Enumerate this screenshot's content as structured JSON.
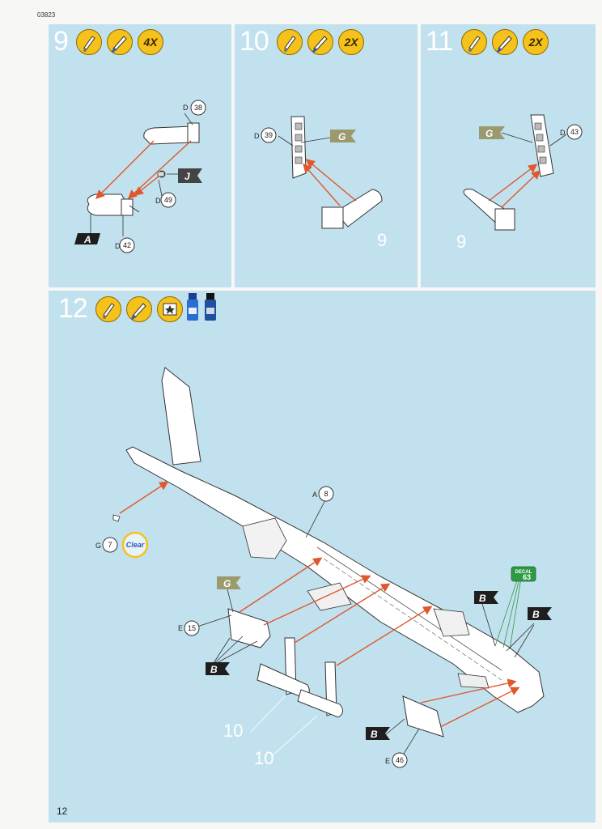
{
  "page": {
    "code": "03823",
    "number": "12"
  },
  "steps": [
    {
      "num": "9",
      "multiplier": "4X",
      "parts": [
        {
          "letter": "D",
          "num": "38"
        },
        {
          "letter": "D",
          "num": "49"
        },
        {
          "letter": "D",
          "num": "42"
        }
      ],
      "flags": [
        "A",
        "J"
      ]
    },
    {
      "num": "10",
      "multiplier": "2X",
      "parts": [
        {
          "letter": "D",
          "num": "39"
        }
      ],
      "flags": [
        "G"
      ],
      "ref": "9"
    },
    {
      "num": "11",
      "multiplier": "2X",
      "parts": [
        {
          "letter": "D",
          "num": "43"
        }
      ],
      "flags": [
        "G"
      ],
      "ref": "9"
    },
    {
      "num": "12",
      "parts": [
        {
          "letter": "A",
          "num": "8"
        },
        {
          "letter": "G",
          "num": "7"
        },
        {
          "letter": "E",
          "num": "15"
        },
        {
          "letter": "E",
          "num": "46"
        }
      ],
      "flags": [
        "G",
        "B"
      ],
      "clear_label": "Clear",
      "decal": {
        "label": "DECAL",
        "number": "63"
      },
      "refs": [
        "10",
        "10"
      ]
    }
  ],
  "icons": [
    "glue-icon",
    "paint-brush-icon",
    "decal-icon",
    "paint-jar-icon"
  ],
  "colors": {
    "panel": "#c2e1ee",
    "arrow": "#e0572b",
    "badge": "#f5c21b",
    "flag_dark": "#1e1e1e",
    "flag_olive": "#9b9a6d",
    "decal_green": "#2f9a46"
  }
}
